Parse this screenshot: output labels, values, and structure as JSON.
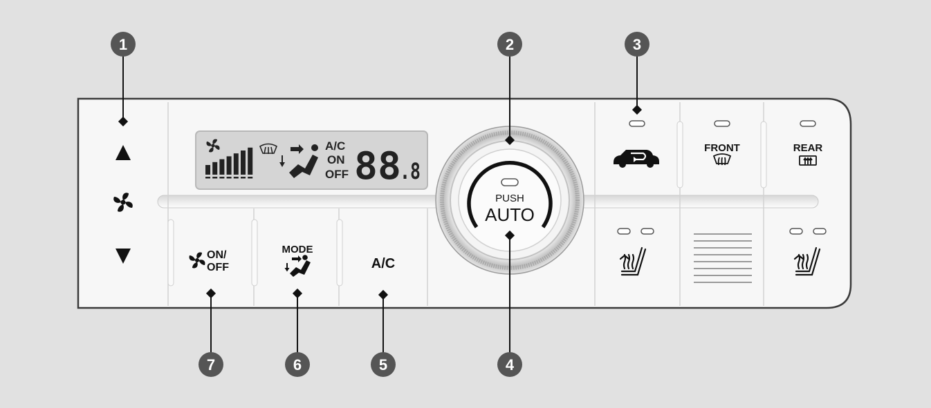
{
  "panel": {
    "lcd": {
      "ac_label": "A/C",
      "on_label": "ON",
      "off_label": "OFF",
      "temp_main": "88",
      "temp_decimal": ".8",
      "fan_bar_count": 7
    },
    "dial": {
      "push_label": "PUSH",
      "auto_label": "AUTO"
    },
    "buttons": {
      "fan_onoff_on": "ON/",
      "fan_onoff_off": "OFF",
      "mode_label": "MODE",
      "ac_label": "A/C",
      "front_defrost_label": "FRONT",
      "rear_defrost_label": "REAR"
    },
    "left_column": {
      "up_icon": "triangle-up-icon",
      "fan_icon": "fan-icon",
      "down_icon": "triangle-down-icon"
    }
  },
  "callouts": [
    {
      "number": "1",
      "target": "fan-speed-control"
    },
    {
      "number": "2",
      "target": "temperature-dial"
    },
    {
      "number": "3",
      "target": "recirculation-button"
    },
    {
      "number": "4",
      "target": "auto-button"
    },
    {
      "number": "5",
      "target": "ac-button"
    },
    {
      "number": "6",
      "target": "mode-button"
    },
    {
      "number": "7",
      "target": "fan-onoff-button"
    }
  ],
  "colors": {
    "background": "#e1e1e1",
    "panel": "#f7f7f7",
    "panel_border": "#3a3a3a",
    "lcd_background": "#d5d5d5",
    "callout_circle": "#555555",
    "leader_line": "#111111"
  }
}
